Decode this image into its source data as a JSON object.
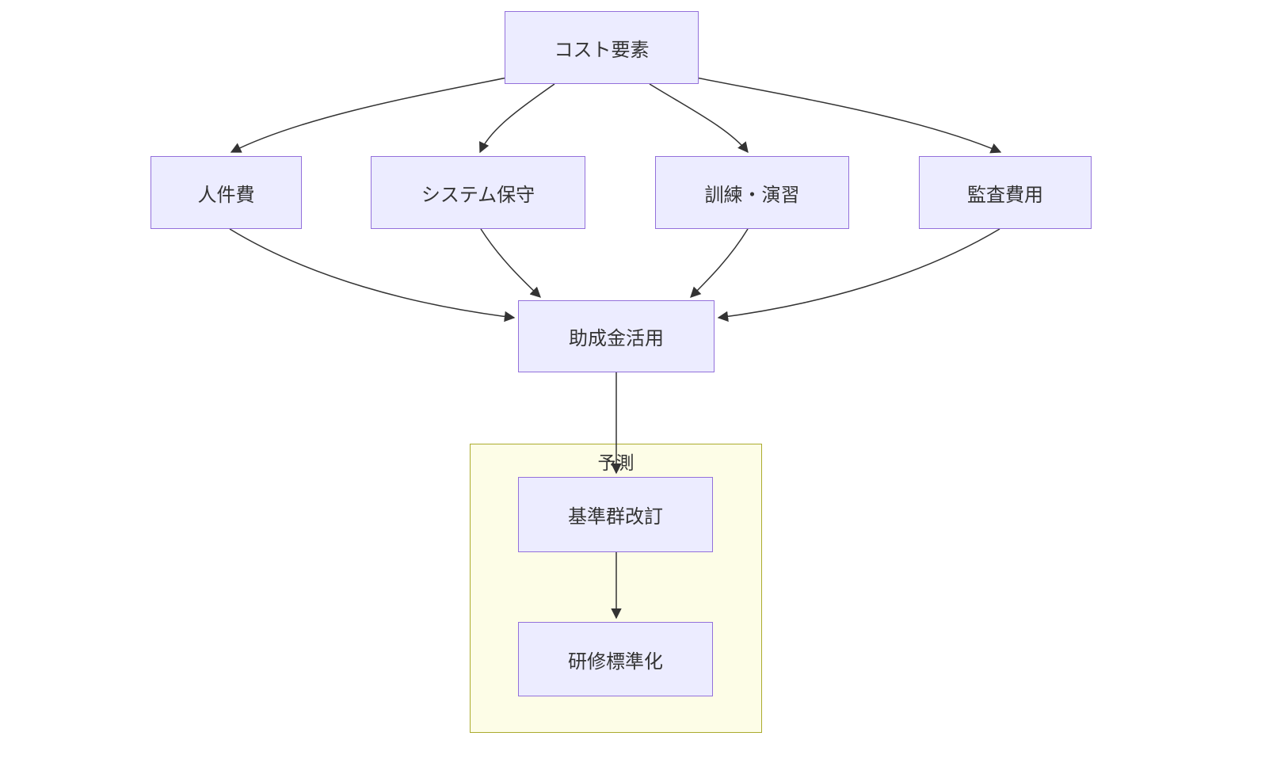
{
  "diagram": {
    "type": "flowchart",
    "nodes": {
      "cost_elements": {
        "label": "コスト要素"
      },
      "personnel": {
        "label": "人件費"
      },
      "system_maintenance": {
        "label": "システム保守"
      },
      "training_drill": {
        "label": "訓練・演習"
      },
      "audit_cost": {
        "label": "監査費用"
      },
      "subsidy_use": {
        "label": "助成金活用"
      },
      "standard_revision": {
        "label": "基準群改訂"
      },
      "training_standardization": {
        "label": "研修標準化"
      }
    },
    "subgraph": {
      "label": "予測"
    },
    "edges": [
      {
        "from": "cost_elements",
        "to": "personnel"
      },
      {
        "from": "cost_elements",
        "to": "system_maintenance"
      },
      {
        "from": "cost_elements",
        "to": "training_drill"
      },
      {
        "from": "cost_elements",
        "to": "audit_cost"
      },
      {
        "from": "personnel",
        "to": "subsidy_use"
      },
      {
        "from": "system_maintenance",
        "to": "subsidy_use"
      },
      {
        "from": "training_drill",
        "to": "subsidy_use"
      },
      {
        "from": "audit_cost",
        "to": "subsidy_use"
      },
      {
        "from": "subsidy_use",
        "to": "standard_revision"
      },
      {
        "from": "standard_revision",
        "to": "training_standardization"
      }
    ],
    "colors": {
      "node_fill": "#ECECFF",
      "node_border": "#9370DB",
      "subgraph_fill": "#FDFDE7",
      "subgraph_border": "#ABAB2E",
      "edge": "#333333",
      "text": "#333333"
    }
  }
}
